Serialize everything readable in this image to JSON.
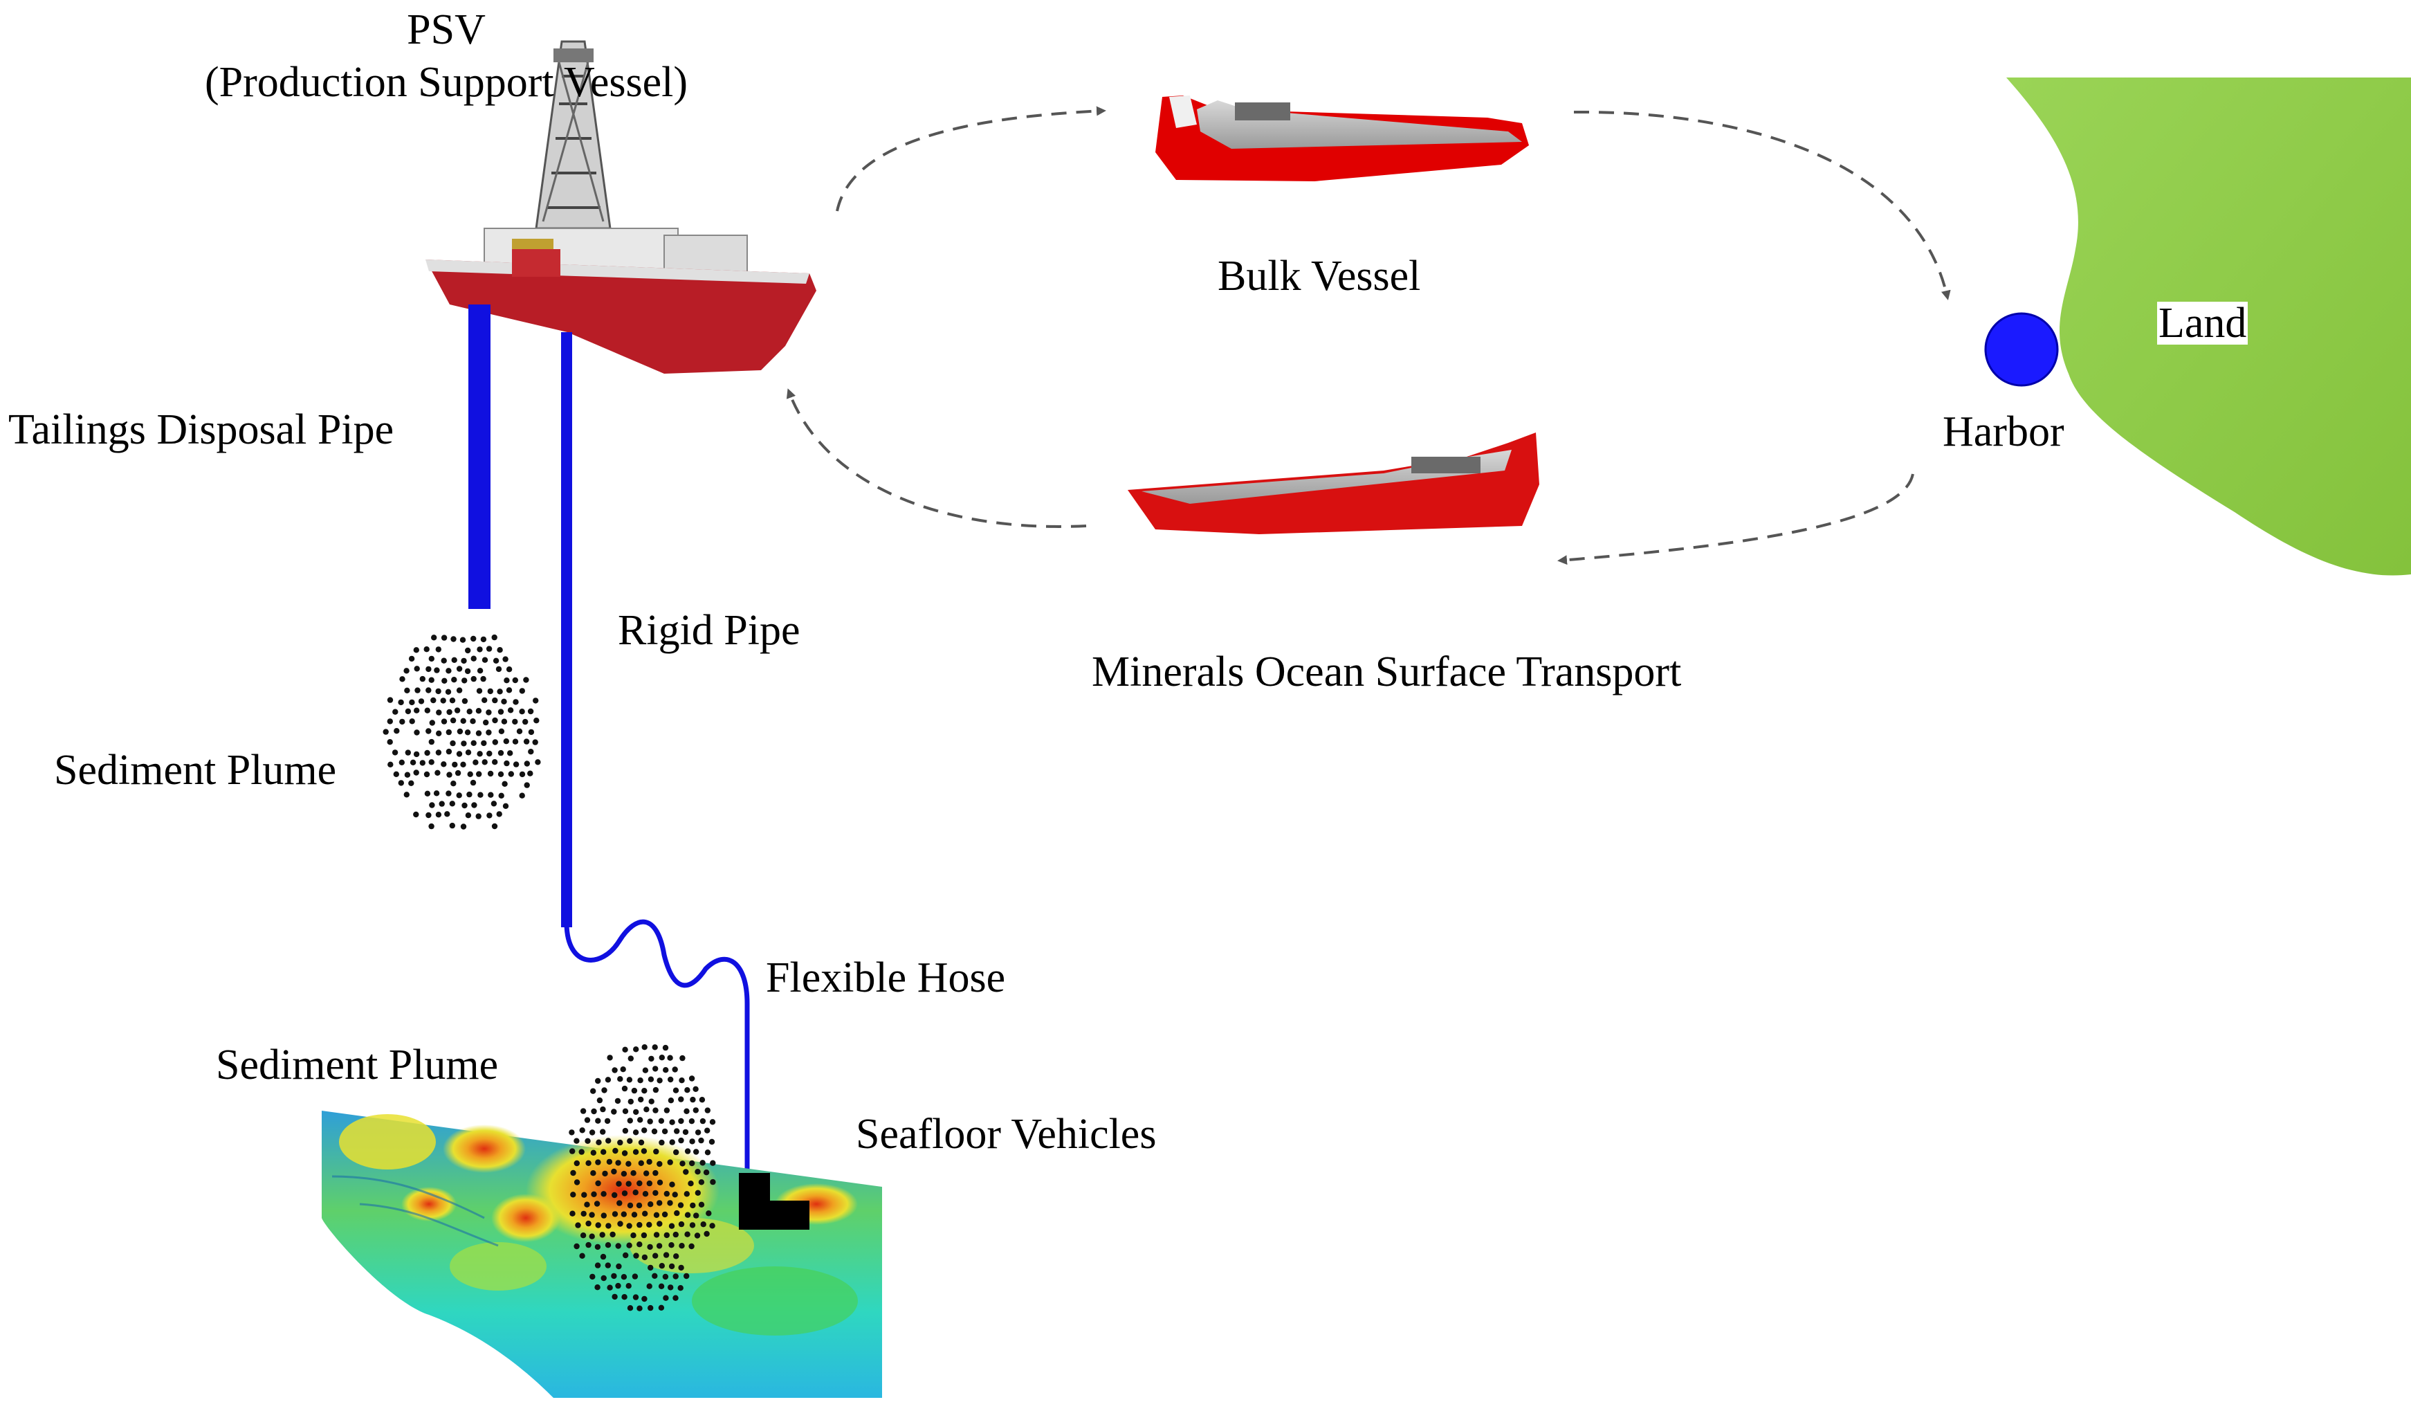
{
  "labels": {
    "psv_title": "PSV",
    "psv_subtitle": "(Production Support Vessel)",
    "bulk_vessel": "Bulk Vessel",
    "land": "Land",
    "harbor": "Harbor",
    "tailings_pipe": "Tailings Disposal Pipe",
    "rigid_pipe": "Rigid Pipe",
    "minerals_transport": "Minerals Ocean Surface Transport",
    "sediment_plume_upper": "Sediment Plume",
    "sediment_plume_lower": "Sediment Plume",
    "flexible_hose": "Flexible Hose",
    "seafloor_vehicles": "Seafloor Vehicles"
  },
  "colors": {
    "pipe_blue": "#1010e0",
    "vessel_red": "#e00000",
    "psv_hull": "#b81d26",
    "land_green": "#8fcc48",
    "harbor_blue": "#1a1aff",
    "arrow_gray": "#555555"
  },
  "icons": {
    "psv": "drillship-icon",
    "bulk_vessel": "bulk-carrier-icon",
    "return_vessel": "bulk-carrier-icon",
    "harbor": "harbor-dot-icon",
    "seafloor": "bathymetry-terrain",
    "vehicle": "seafloor-vehicle-icon"
  }
}
